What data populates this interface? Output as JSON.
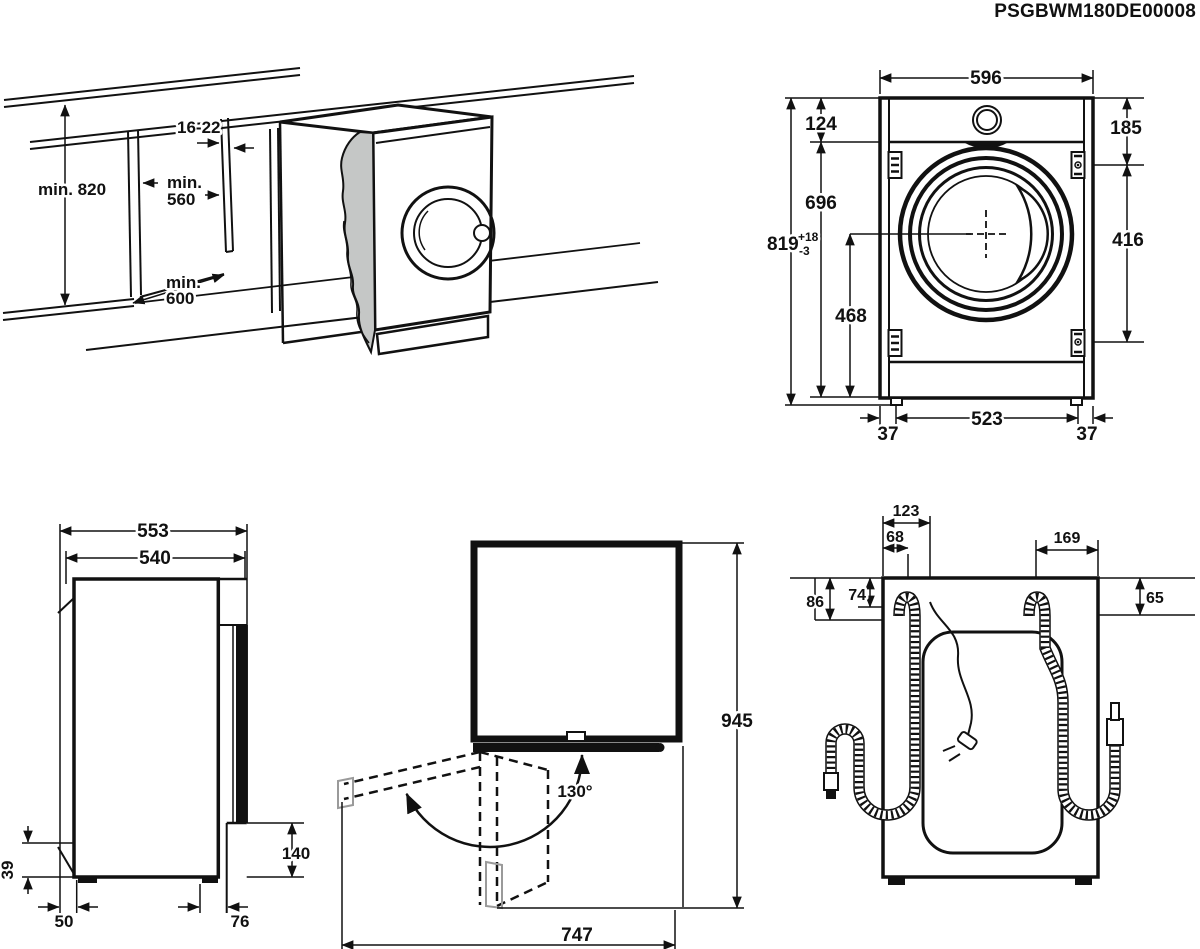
{
  "part_number": "PSGBWM180DE00008",
  "colors": {
    "line": "#111111",
    "panel_grey": "#c5c7c6",
    "bg": "#ffffff"
  },
  "niche": {
    "min_height": "min. 820",
    "panel_thickness": "16-22",
    "min_depth_prefix": "min.",
    "min_depth": "560",
    "min_width_prefix": "min.",
    "min_width": "600"
  },
  "front": {
    "width": "596",
    "control_panel_height": "124",
    "top_to_hinge": "185",
    "panel_to_bottom": "696",
    "height": "819",
    "height_tol_plus": "+18",
    "height_tol_minus": "-3",
    "hinge_span": "416",
    "drum_center_to_bottom": "468",
    "feet_span": "523",
    "foot_offset_left": "37",
    "foot_offset_right": "37"
  },
  "side": {
    "depth_with_door": "553",
    "depth": "540",
    "plinth_recess_height": "140",
    "rear_gap": "39",
    "rear_foot_offset": "50",
    "front_foot_offset": "76"
  },
  "door": {
    "height": "945",
    "opening_angle": "130°",
    "depth_door_open": "747"
  },
  "rear": {
    "drain_to_edge": "123",
    "drain_hose": "68",
    "inlet_offset": "169",
    "left_drop_outer": "86",
    "left_drop_inner": "74",
    "right_drop": "65"
  }
}
